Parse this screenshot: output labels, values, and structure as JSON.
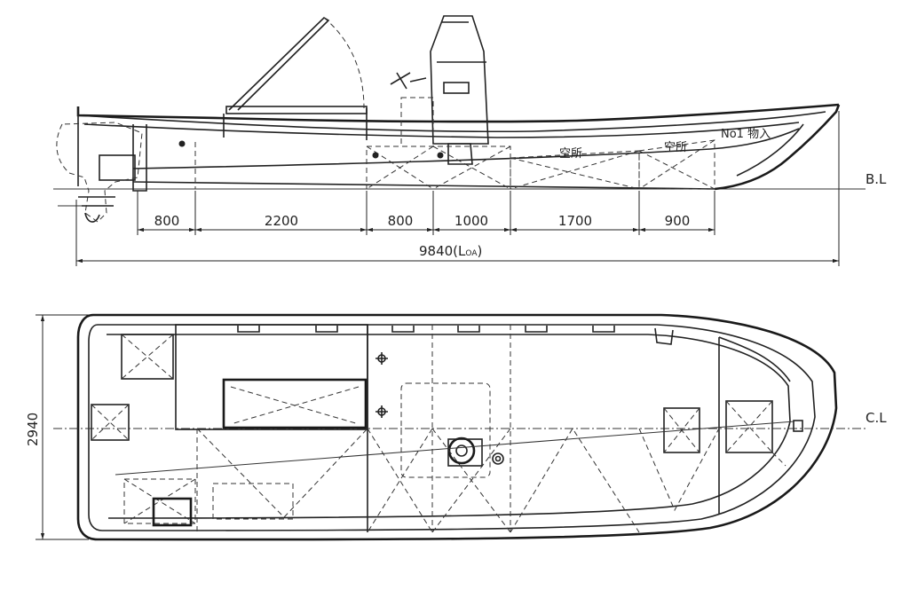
{
  "side_view": {
    "baseline_label": "B.L",
    "segments": [
      "800",
      "2200",
      "800",
      "1000",
      "1700",
      "900"
    ],
    "loa_label": "9840(L",
    "loa_sub": "OA",
    "loa_close": ")",
    "compartment_labels": [
      "空所",
      "空所",
      "No1 物入"
    ]
  },
  "plan_view": {
    "centerline_label": "C.L",
    "beam_label": "2940"
  }
}
